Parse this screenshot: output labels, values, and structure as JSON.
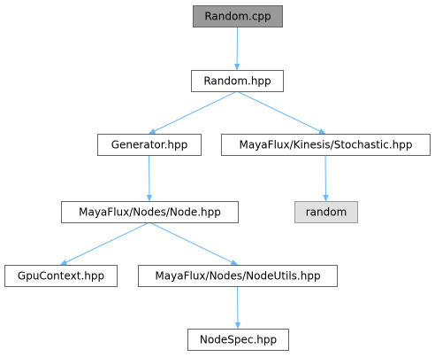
{
  "graph": {
    "nodes": [
      {
        "id": "random_cpp",
        "label": "Random.cpp",
        "fill": "#999999",
        "stroke": "#666666"
      },
      {
        "id": "random_hpp",
        "label": "Random.hpp",
        "fill": "#ffffff",
        "stroke": "#666666"
      },
      {
        "id": "generator_hpp",
        "label": "Generator.hpp",
        "fill": "#ffffff",
        "stroke": "#666666"
      },
      {
        "id": "stochastic_hpp",
        "label": "MayaFlux/Kinesis/Stochastic.hpp",
        "fill": "#ffffff",
        "stroke": "#666666"
      },
      {
        "id": "node_hpp",
        "label": "MayaFlux/Nodes/Node.hpp",
        "fill": "#ffffff",
        "stroke": "#666666"
      },
      {
        "id": "random",
        "label": "random",
        "fill": "#e0e0e0",
        "stroke": "#999999"
      },
      {
        "id": "gpucontext_hpp",
        "label": "GpuContext.hpp",
        "fill": "#ffffff",
        "stroke": "#666666"
      },
      {
        "id": "nodeutils_hpp",
        "label": "MayaFlux/Nodes/NodeUtils.hpp",
        "fill": "#ffffff",
        "stroke": "#666666"
      },
      {
        "id": "nodespec_hpp",
        "label": "NodeSpec.hpp",
        "fill": "#ffffff",
        "stroke": "#666666"
      }
    ],
    "edges": [
      {
        "from": "random_cpp",
        "to": "random_hpp"
      },
      {
        "from": "random_hpp",
        "to": "generator_hpp"
      },
      {
        "from": "random_hpp",
        "to": "stochastic_hpp"
      },
      {
        "from": "generator_hpp",
        "to": "node_hpp"
      },
      {
        "from": "stochastic_hpp",
        "to": "random"
      },
      {
        "from": "node_hpp",
        "to": "gpucontext_hpp"
      },
      {
        "from": "node_hpp",
        "to": "nodeutils_hpp"
      },
      {
        "from": "nodeutils_hpp",
        "to": "nodespec_hpp"
      }
    ],
    "edge_color": "#63b8ff"
  }
}
